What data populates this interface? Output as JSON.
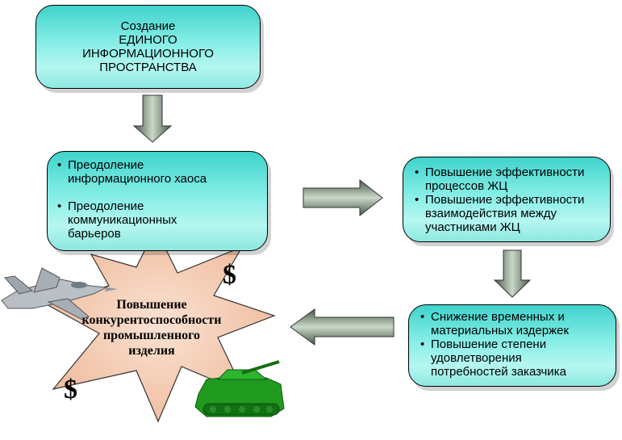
{
  "top_box": {
    "lines": [
      "Создание",
      "ЕДИНОГО",
      "ИНФОРМАЦИОННОГО",
      "ПРОСТРАНСТВА"
    ]
  },
  "left_box": {
    "items": [
      [
        "Преодоление",
        "информационного хаоса"
      ],
      [
        "Преодоление",
        "коммуникационных",
        "барьеров"
      ]
    ]
  },
  "right_box_1": {
    "items": [
      [
        "Повышение эффективности",
        "процессов ЖЦ"
      ],
      [
        "Повышение эффективности",
        "взаимодействия между",
        "участниками ЖЦ"
      ]
    ]
  },
  "right_box_2": {
    "items": [
      [
        "Снижение временных и",
        "материальных издержек"
      ],
      [
        "Повышение степени",
        "удовлетворения",
        "потребностей  заказчика"
      ]
    ]
  },
  "starburst": {
    "lines": [
      "Повышение",
      "конкурентоспособности",
      "промышленного",
      "изделия"
    ]
  },
  "symbols": {
    "dollar_top": "$",
    "dollar_bottom": "$"
  },
  "icons": {
    "aircraft": "fighter-jet-icon",
    "tank": "tank-icon"
  },
  "colors": {
    "box_fill_dark": "#3fd3cc",
    "box_fill_light": "#b5f7f0",
    "arrow_dark": "#4a5a4a",
    "arrow_light": "#c9d8c9",
    "starburst_fill": "#f3c7ad",
    "tank_green": "#1f9a1f"
  }
}
